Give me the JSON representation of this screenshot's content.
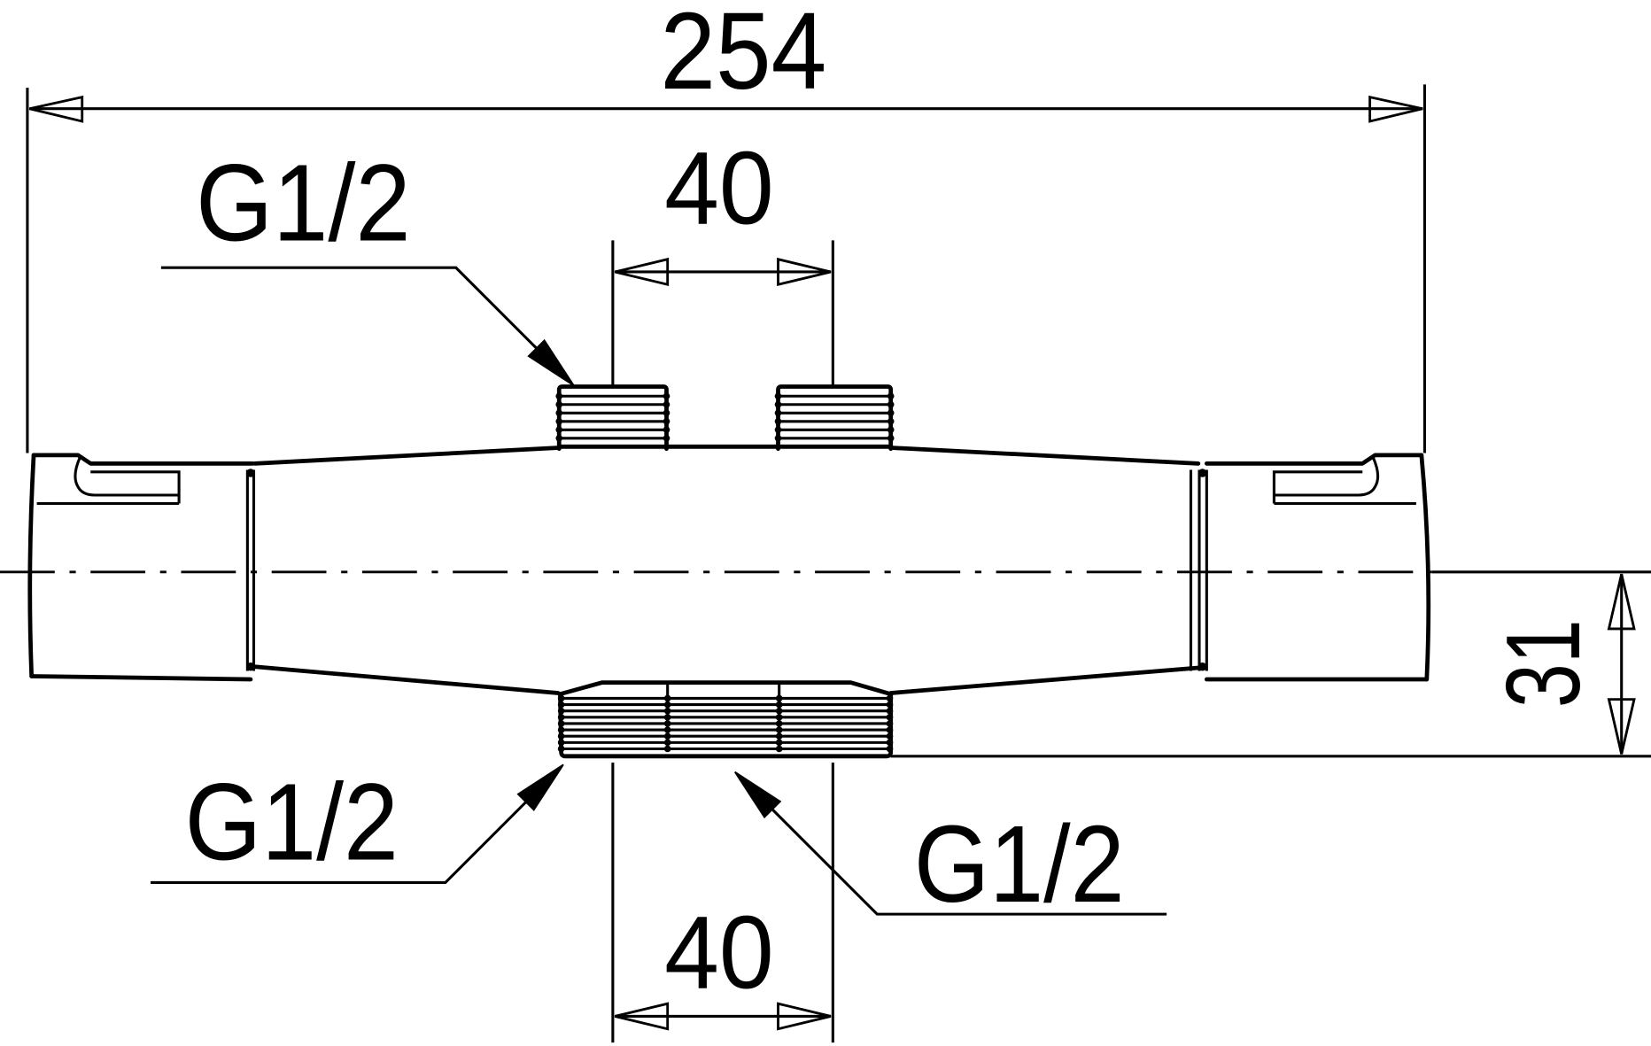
{
  "dimensions": {
    "overall_length": "254",
    "top_inlet_spacing": "40",
    "bottom_outlet_spacing": "40",
    "centerline_to_outlet": "31"
  },
  "threads": {
    "top_inlet": "G1/2",
    "bottom_left_outlet": "G1/2",
    "bottom_right_outlet": "G1/2"
  },
  "colors": {
    "line": "#000000",
    "background": "#ffffff"
  }
}
